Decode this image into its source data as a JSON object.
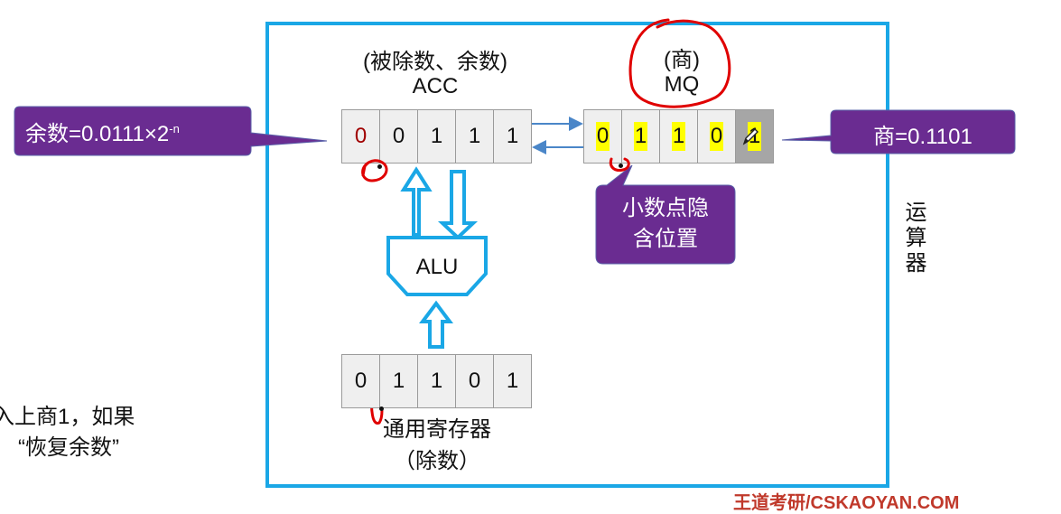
{
  "diagram": {
    "title_vertical": "运算器",
    "acc": {
      "caption": "(被除数、余数)",
      "name": "ACC",
      "bits": [
        "0",
        "0",
        "1",
        "1",
        "1"
      ]
    },
    "mq": {
      "caption": "(商)",
      "name": "MQ",
      "bits": [
        "0",
        "1",
        "1",
        "0",
        "1"
      ]
    },
    "alu": {
      "label": "ALU"
    },
    "gpr": {
      "bits": [
        "0",
        "1",
        "1",
        "0",
        "1"
      ],
      "name": "通用寄存器",
      "caption": "（除数）"
    },
    "callouts": {
      "remainder": "余数=0.0111",
      "remainder_times": "×2",
      "remainder_exp": "-n",
      "quotient": "商=0.1101",
      "point_line1": "小数点隐",
      "point_line2": "含位置"
    },
    "left_text": {
      "line1": "入上商1，如果",
      "line2": "“恢复余数”"
    },
    "watermark": "王道考研/CSKAOYAN.COM",
    "colors": {
      "frame": "#1aa7e6",
      "callout": "#6a2c91",
      "highlight": "#ffff00",
      "annotation": "#e00000",
      "bus_arrow": "#4a86c8"
    }
  }
}
